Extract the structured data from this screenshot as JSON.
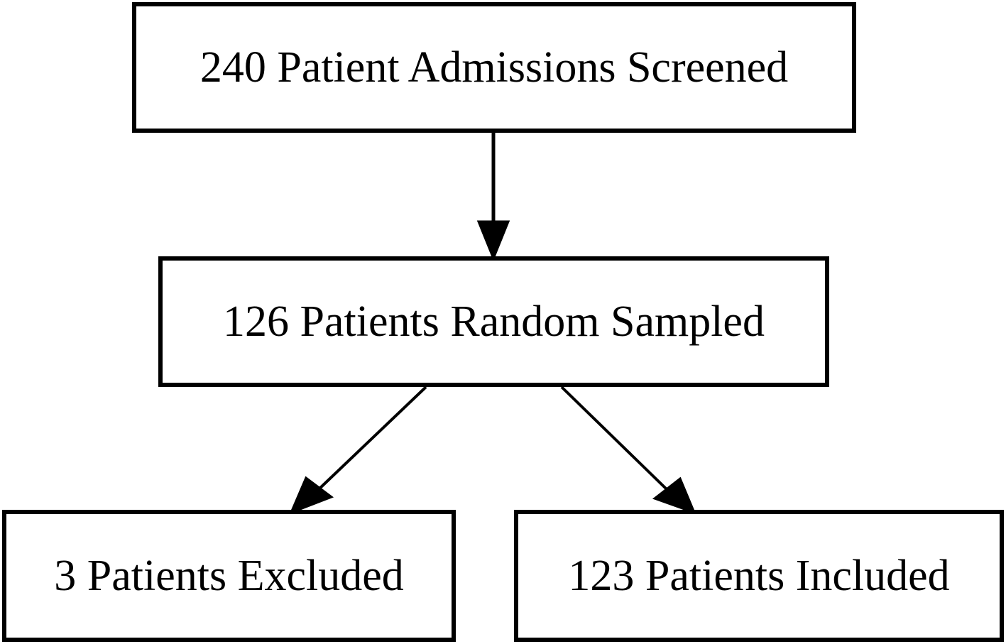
{
  "nodes": {
    "screened": {
      "label": "240 Patient Admissions Screened"
    },
    "sampled": {
      "label": "126 Patients Random Sampled"
    },
    "excluded": {
      "label": "3 Patients Excluded"
    },
    "included": {
      "label": "123 Patients Included"
    }
  },
  "edges": [
    {
      "from": "screened",
      "to": "sampled"
    },
    {
      "from": "sampled",
      "to": "excluded"
    },
    {
      "from": "sampled",
      "to": "included"
    }
  ],
  "colors": {
    "stroke": "#000000",
    "background": "#ffffff"
  }
}
